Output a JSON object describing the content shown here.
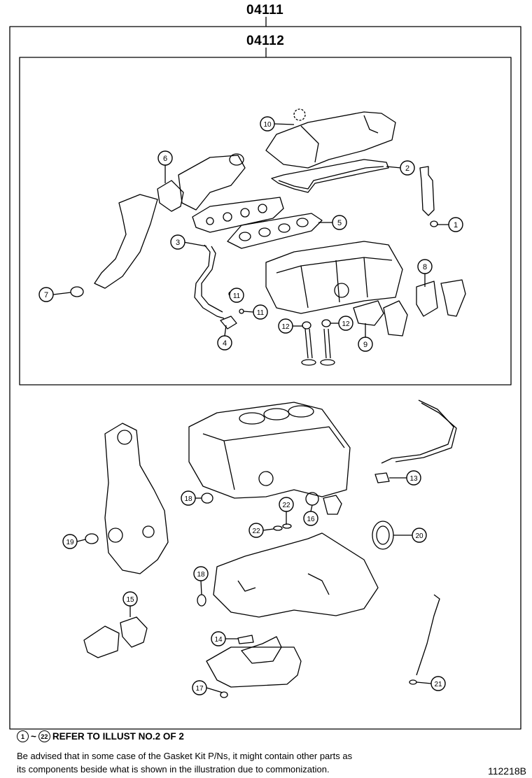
{
  "kits": {
    "outer": "04111",
    "inner": "04112"
  },
  "callouts": [
    {
      "id": "c1",
      "num": "1"
    },
    {
      "id": "c2",
      "num": "2"
    },
    {
      "id": "c3",
      "num": "3"
    },
    {
      "id": "c4",
      "num": "4"
    },
    {
      "id": "c5",
      "num": "5"
    },
    {
      "id": "c6",
      "num": "6"
    },
    {
      "id": "c7",
      "num": "7"
    },
    {
      "id": "c8",
      "num": "8"
    },
    {
      "id": "c9",
      "num": "9"
    },
    {
      "id": "c10",
      "num": "10"
    },
    {
      "id": "c11a",
      "num": "11"
    },
    {
      "id": "c11b",
      "num": "11"
    },
    {
      "id": "c12a",
      "num": "12"
    },
    {
      "id": "c12b",
      "num": "12"
    },
    {
      "id": "c13",
      "num": "13"
    },
    {
      "id": "c14",
      "num": "14"
    },
    {
      "id": "c15",
      "num": "15"
    },
    {
      "id": "c16",
      "num": "16"
    },
    {
      "id": "c17",
      "num": "17"
    },
    {
      "id": "c18a",
      "num": "18"
    },
    {
      "id": "c18b",
      "num": "18"
    },
    {
      "id": "c19",
      "num": "19"
    },
    {
      "id": "c20",
      "num": "20"
    },
    {
      "id": "c21",
      "num": "21"
    },
    {
      "id": "c22a",
      "num": "22"
    },
    {
      "id": "c22b",
      "num": "22"
    }
  ],
  "reference": {
    "from": "1",
    "tilde": "~",
    "to": "22",
    "text": "REFER TO ILLUST NO.2 OF 2"
  },
  "notes": {
    "line1": "Be advised that in some case of the Gasket Kit P/Ns,  it might contain other parts as",
    "line2": "its components beside what is shown in the illustration due to commonization."
  },
  "illustration_id": "112218B"
}
